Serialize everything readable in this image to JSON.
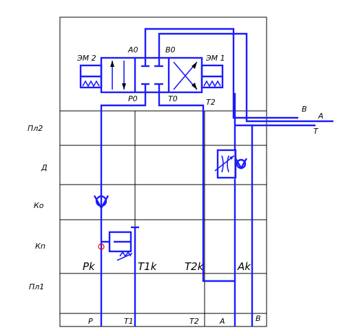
{
  "rows": {
    "pl2": "Пл2",
    "d": "Д",
    "ko": "Ко",
    "kp": "Кп",
    "pl1": "Пл1"
  },
  "valve": {
    "em2": "ЭМ 2",
    "em1": "ЭМ 1",
    "a0": "А0",
    "b0": "В0",
    "p0": "Р0",
    "t0": "Т0",
    "t2": "Т2"
  },
  "outputs": {
    "b": "В",
    "a": "А",
    "t": "Т"
  },
  "ports": {
    "pk": "Pk",
    "t1k": "T1k",
    "t2k": "T2k",
    "ak": "Ak"
  },
  "bottom": {
    "p": "Р",
    "t1": "Т1",
    "t2": "Т2",
    "a": "А",
    "b": "В"
  }
}
